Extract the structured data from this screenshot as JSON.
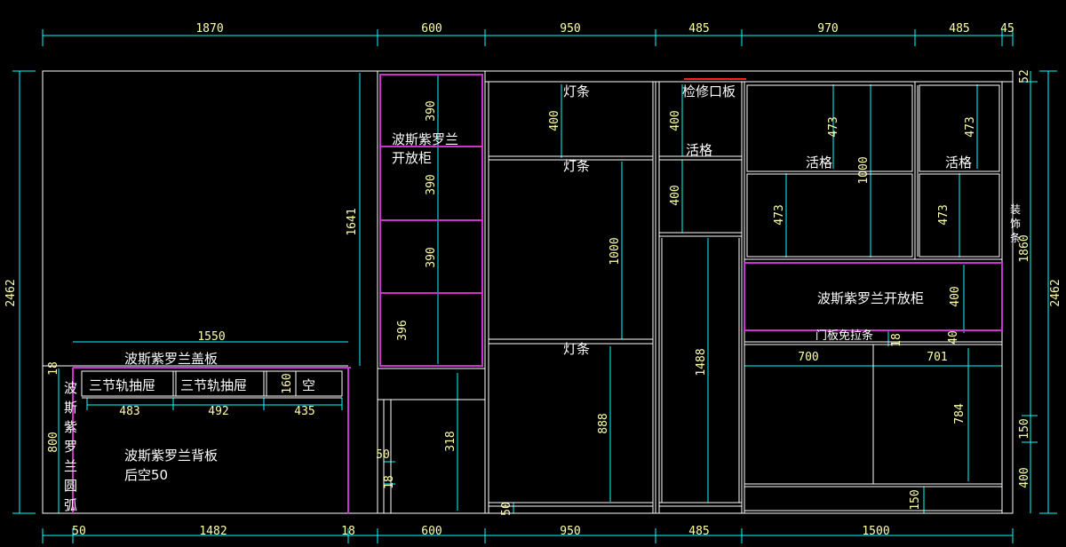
{
  "dimensions": {
    "top": [
      "1870",
      "600",
      "950",
      "485",
      "970",
      "485",
      "45"
    ],
    "bottom": [
      "50",
      "1482",
      "18",
      "600",
      "950",
      "485",
      "1500"
    ],
    "left_total": "2462",
    "right_total": "2462",
    "right_top": "52",
    "right_mid": "1860",
    "right_150": "150",
    "right_400": "400",
    "left_cabinet_h": "1641",
    "cover_width": "1550",
    "drawer_widths": [
      "483",
      "492",
      "435"
    ],
    "drawer_160": "160",
    "desk_18": "18",
    "desk_800": "800",
    "violet_col": [
      "390",
      "390",
      "390",
      "396"
    ],
    "col2_318": "318",
    "col2_50": "50",
    "col2_18": "18",
    "col3_400": "400",
    "col3_1000": "1000",
    "col3_888": "888",
    "col3_50": "50",
    "col4_400a": "400",
    "col4_400b": "400",
    "col4_1488": "1488",
    "col5_473a": "473",
    "col5_1000": "1000",
    "col5_473b": "473",
    "col6_473a": "473",
    "col6_473b": "473",
    "violet_open_400": "400",
    "violet_open_40": "40",
    "door_18": "18",
    "door_700": "700",
    "door_701": "701",
    "door_784": "784",
    "door_150": "150"
  },
  "labels": {
    "persian_open_cabinet_1": "波斯紫罗兰",
    "persian_open_cabinet_2": "开放柜",
    "persian_cover": "波斯紫罗兰盖板",
    "drawer_1": "三节轨抽屉",
    "drawer_2": "三节轨抽屉",
    "empty": "空",
    "side_arc": [
      "波",
      "斯",
      "紫",
      "罗",
      "兰",
      "圆",
      "弧"
    ],
    "back_panel_1": "波斯紫罗兰背板",
    "back_panel_2": "后空50",
    "light_strip_1": "灯条",
    "light_strip_2": "灯条",
    "light_strip_3": "灯条",
    "access_panel": "检修口板",
    "shelf_col4": "活格",
    "shelf_col5": "活格",
    "shelf_col6": "活格",
    "decor_strip": [
      "装",
      "饰",
      "条"
    ],
    "persian_open_cabinet_right": "波斯紫罗兰开放柜",
    "door_handle_strip": "门板免拉条"
  },
  "colors": {
    "background": "#000000",
    "frame": "#ffffff",
    "dimension": "#00ffff",
    "violet": "#cc33cc",
    "red": "#ff2020",
    "text": "#ffffff",
    "dim_text": "#ffffaa"
  }
}
